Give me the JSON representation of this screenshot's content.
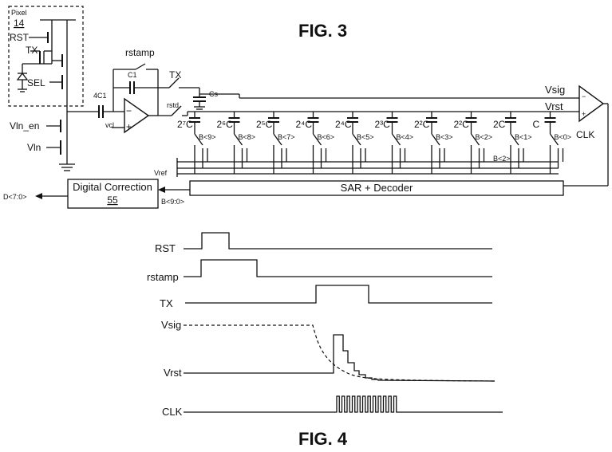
{
  "fig3": {
    "title": "FIG. 3",
    "pixel_label": "Pixel",
    "pixel_number": "14",
    "rst": "RST",
    "tx": "TX",
    "sel": "SEL",
    "vln_en": "Vln_en",
    "vln": "Vln",
    "c41": "4C1",
    "vcl": "vcl",
    "rstamp": "rstamp",
    "c1": "C1",
    "tx_switch": "TX",
    "rstd": "rstd",
    "cs": "Cs",
    "vsig": "Vsig",
    "vrst": "Vrst",
    "clk": "CLK",
    "vref": "Vref",
    "sar": "SAR + Decoder",
    "digital_correction": "Digital Correction",
    "digital_number": "55",
    "d_out": "D<7:0>",
    "b_bus": "B<9:0>",
    "caps": [
      {
        "c": "2⁷C",
        "b": "B<9>"
      },
      {
        "c": "2⁶C",
        "b": "B<8>"
      },
      {
        "c": "2⁵C",
        "b": "B<7>"
      },
      {
        "c": "2⁴C",
        "b": "B<6>"
      },
      {
        "c": "2⁴C",
        "b": "B<5>"
      },
      {
        "c": "2³C",
        "b": "B<4>"
      },
      {
        "c": "2²C",
        "b": "B<3>"
      },
      {
        "c": "2²C",
        "b": "B<2>"
      },
      {
        "c": "2C",
        "b": "B<1>"
      },
      {
        "c": "C",
        "b": "B<0>"
      }
    ],
    "b2_extra": "B<2>"
  },
  "fig4": {
    "title": "FIG. 4",
    "signals": [
      "RST",
      "rstamp",
      "TX",
      "Vsig",
      "Vrst",
      "CLK"
    ]
  }
}
